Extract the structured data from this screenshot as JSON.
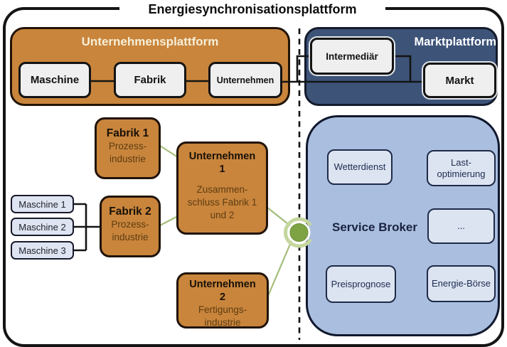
{
  "title": "Energiesynchronisationsplattform",
  "colors": {
    "orange": "#C9853C",
    "cream_title": "#F5EFD8",
    "dark_blue": "#3D5378",
    "light_blue_container": "#AABFDF",
    "light_blue_box": "#DCE4F2",
    "gray_box": "#EFEFEF",
    "navy_text": "#1D2B4E",
    "brown_text": "#5E3D12",
    "green_line": "#A4BD7A",
    "green_node": "#7DA344",
    "green_ring": "#C5D69E",
    "line_black": "#141414"
  },
  "unternehmensplattform": {
    "label": "Unternehmensplattform",
    "maschine": "Maschine",
    "fabrik": "Fabrik",
    "unternehmen": "Unternehmen"
  },
  "marktplattform": {
    "label": "Marktplattform",
    "intermediaer": "Intermediär",
    "markt": "Markt"
  },
  "maschinen": {
    "m1": "Maschine 1",
    "m2": "Maschine 2",
    "m3": "Maschine 3"
  },
  "fabrik1": {
    "title": "Fabrik 1",
    "sub1": "Prozess-",
    "sub2": "industrie"
  },
  "fabrik2": {
    "title": "Fabrik 2",
    "sub1": "Prozess-",
    "sub2": "industrie"
  },
  "unternehmen1": {
    "title": "Unternehmen",
    "number": "1",
    "sub1": "Zusammen-",
    "sub2": "schluss Fabrik 1",
    "sub3": "und 2"
  },
  "unternehmen2": {
    "title": "Unternehmen",
    "number": "2",
    "sub1": "Fertigungs-",
    "sub2": "industrie"
  },
  "service_broker": {
    "label": "Service Broker",
    "wetterdienst": "Wetterdienst",
    "last_line1": "Last-",
    "last_line2": "optimierung",
    "dots": "...",
    "preisprognose": "Preisprognose",
    "energieboerse": "Energie-Börse"
  }
}
